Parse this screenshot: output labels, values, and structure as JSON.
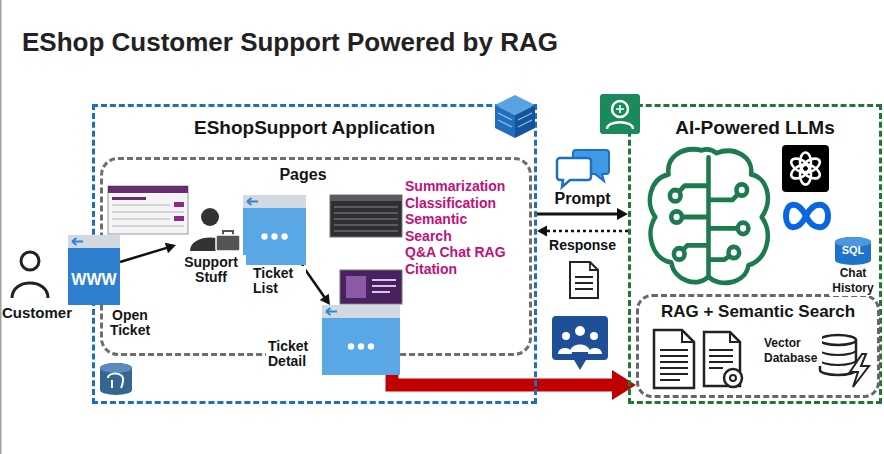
{
  "diagram": {
    "title": "EShop Customer Support Powered by RAG",
    "nodes": [
      {
        "text": [
          "Customer"
        ]
      },
      {
        "text": [
          "EShopSupport Application"
        ]
      },
      {
        "text": [
          "Pages"
        ],
        "in": 1
      },
      {
        "text": [
          "WWW",
          "Open Ticket"
        ],
        "in": 1
      },
      {
        "text": [
          "Support Stuff"
        ],
        "in": 2
      },
      {
        "text": [
          "Ticket List"
        ],
        "in": 2
      },
      {
        "text": [
          "Ticket Detail"
        ],
        "in": 2
      },
      {
        "text": [
          "AI-Powered LLMs"
        ]
      },
      {
        "text": [
          "SQL",
          "Chat History"
        ],
        "in": 7
      },
      {
        "text": [
          "RAG + Semantic Search"
        ],
        "in": 7
      },
      {
        "text": [
          "Vector Database"
        ],
        "in": 9
      }
    ],
    "edges": [
      {
        "from": 3,
        "to": 4,
        "arrow": "to"
      },
      {
        "from": 5,
        "to": 6,
        "arrow": "to"
      },
      {
        "from": 1,
        "to": 7,
        "label": "Prompt",
        "arrow": "to"
      },
      {
        "from": 7,
        "to": 1,
        "label": "Response",
        "arrow": "to"
      },
      {
        "from": 6,
        "to": 9,
        "arrow": "to"
      }
    ],
    "labels": [
      "Summarization",
      "Classification",
      "Semantic Search",
      "Q&A Chat RAG",
      "Citation"
    ]
  }
}
